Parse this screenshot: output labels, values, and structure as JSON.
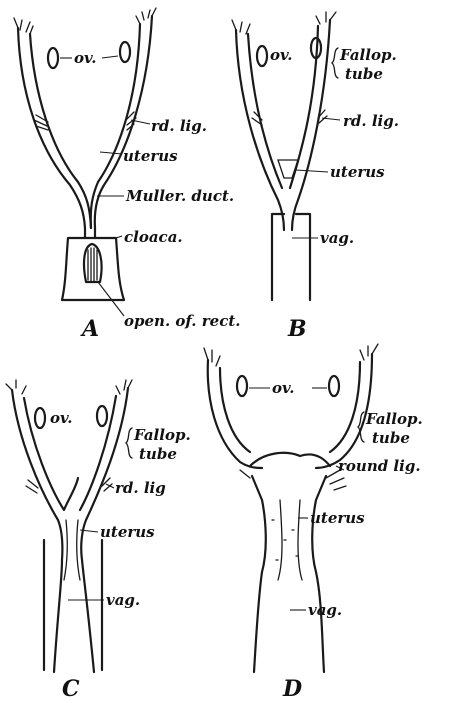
{
  "panels": {
    "A": {
      "letter": "A",
      "labels": {
        "ov": "ov.",
        "rd_lig": "rd. lig.",
        "uterus": "uterus",
        "muller_duct": "Muller. duct.",
        "cloaca": "cloaca.",
        "open_of_rect": "open. of. rect."
      }
    },
    "B": {
      "letter": "B",
      "labels": {
        "ov": "ov.",
        "fallop_1": "Fallop.",
        "fallop_2": "tube",
        "rd_lig": "rd. lig.",
        "uterus": "uterus",
        "vag": "vag."
      }
    },
    "C": {
      "letter": "C",
      "labels": {
        "ov": "ov.",
        "fallop_1": "Fallop.",
        "fallop_2": "tube",
        "rd_lig": "rd. lig",
        "uterus": "uterus",
        "vag": "vag."
      }
    },
    "D": {
      "letter": "D",
      "labels": {
        "ov": "ov.",
        "fallop_1": "Fallop.",
        "fallop_2": "tube",
        "round_lig": "round lig.",
        "uterus": "uterus",
        "vag": "vag."
      }
    }
  }
}
